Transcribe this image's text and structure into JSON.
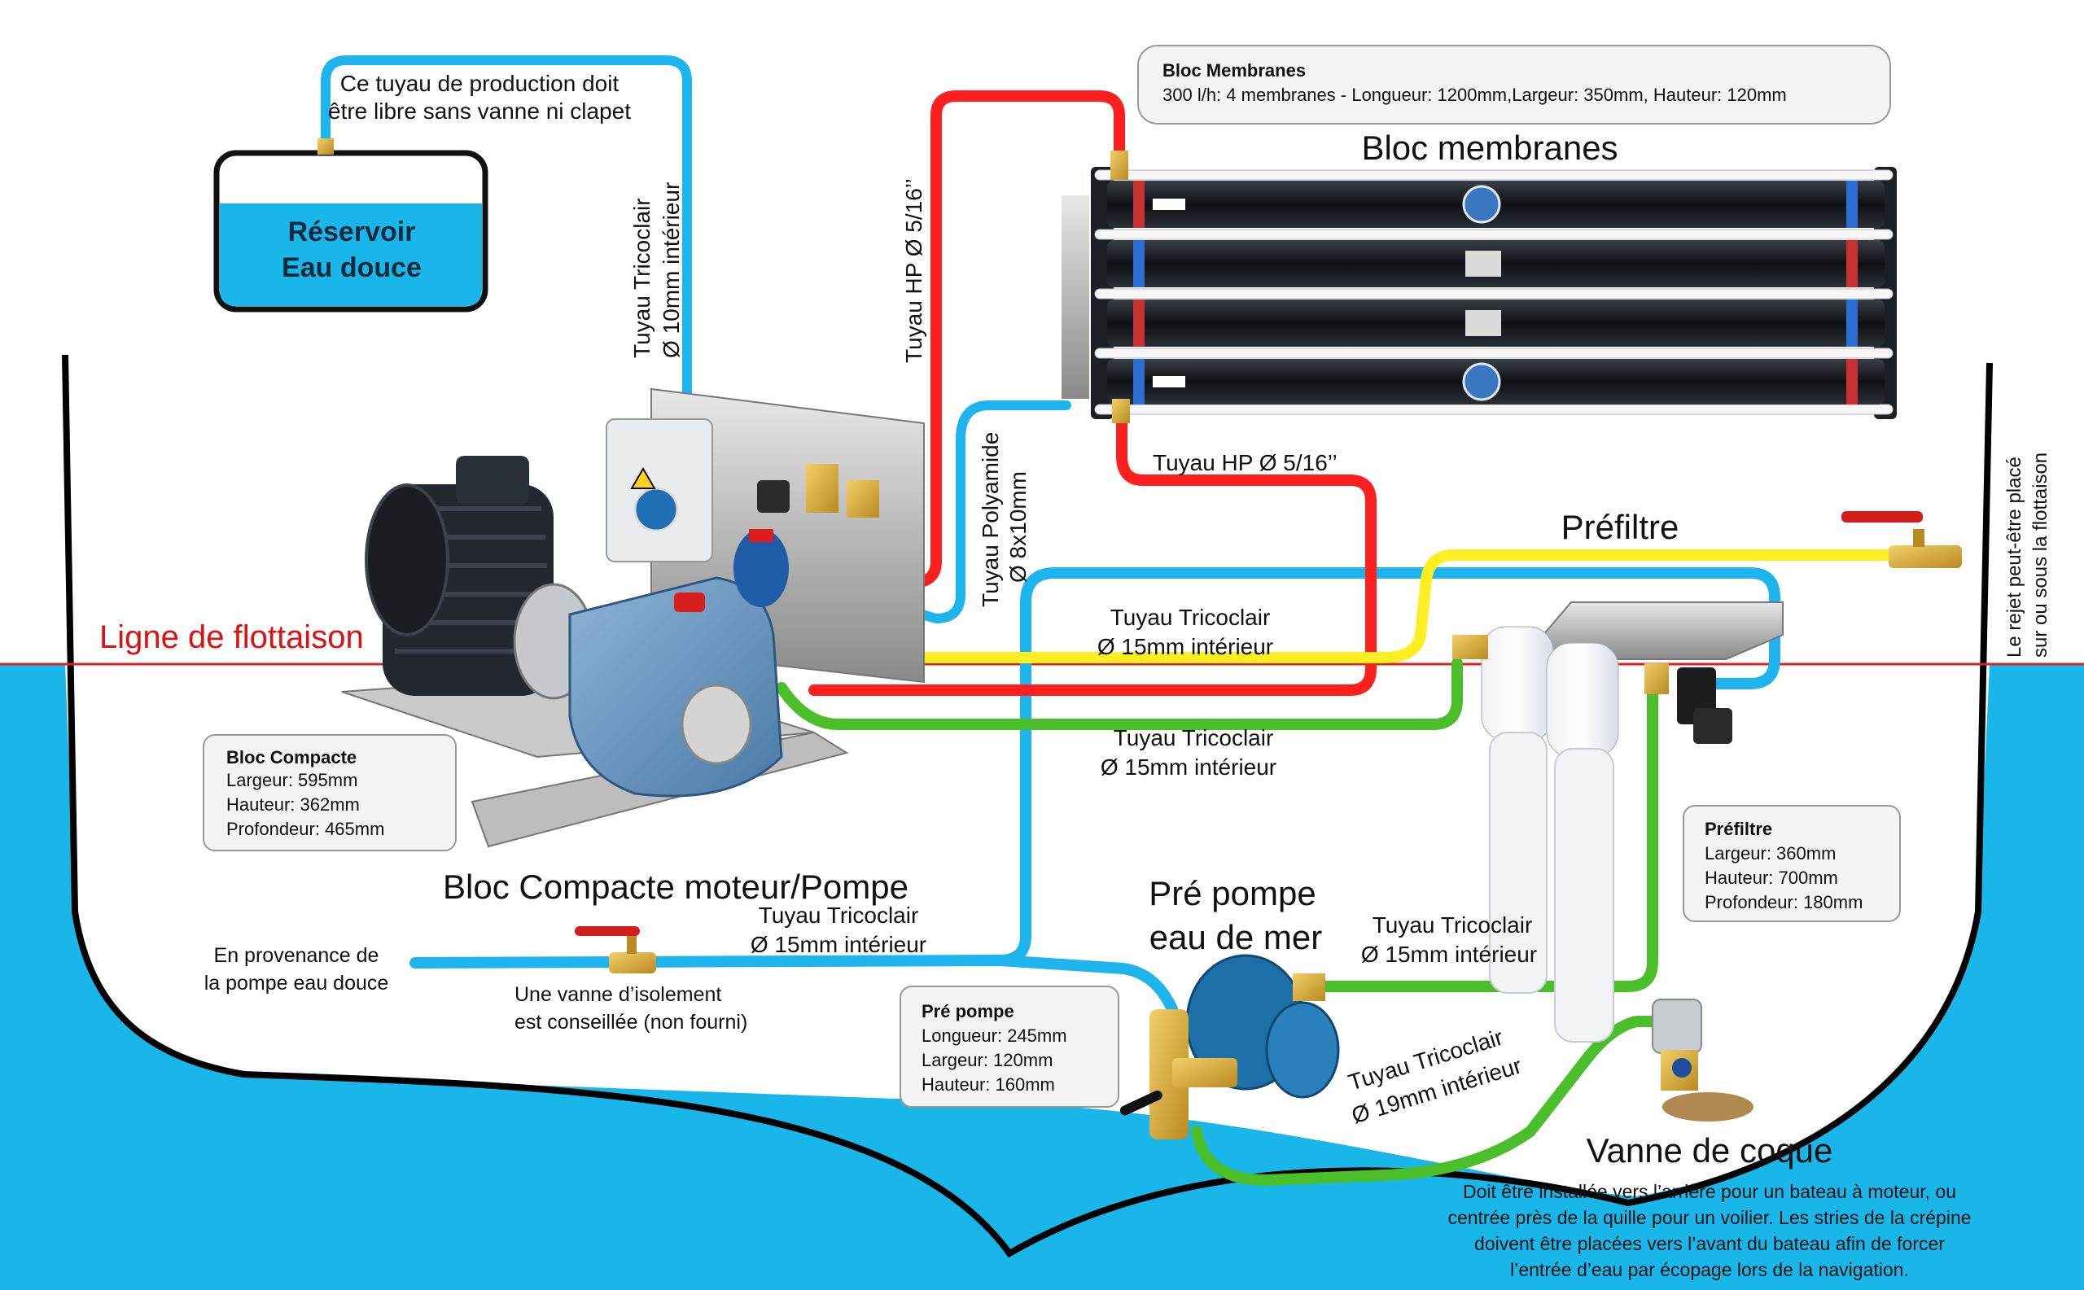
{
  "colors": {
    "water": "#19b6ea",
    "hull": "#000000",
    "hose_blue": "#1eb4ee",
    "hose_red": "#ff1f1f",
    "hose_yellow": "#ffee22",
    "hose_green": "#4bbf2a",
    "waterline": "#e02020",
    "waterline_label": "#dd1111"
  },
  "tank": {
    "title_line1": "Réservoir",
    "title_line2": "Eau douce",
    "note_line1": "Ce tuyau de production doit",
    "note_line2": "être libre sans vanne ni clapet"
  },
  "membranes": {
    "info_title": "Bloc Membranes",
    "info_text": "300 l/h: 4 membranes - Longueur: 1200mm,Largeur: 350mm, Hauteur: 120mm",
    "heading": "Bloc membranes"
  },
  "waterline_label": "Ligne de flottaison",
  "hoses": {
    "tricoclair_10_line1": "Tuyau Tricoclair",
    "tricoclair_10_line2": "Ø 10mm intérieur",
    "hp_vertical": "Tuyau HP Ø 5/16’’",
    "hp_horizontal": "Tuyau HP Ø 5/16’’",
    "polyamide_line1": "Tuyau Polyamide",
    "polyamide_line2": "Ø 8x10mm",
    "tricoclair_15_a_line1": "Tuyau Tricoclair",
    "tricoclair_15_a_line2": "Ø 15mm intérieur",
    "tricoclair_15_b_line1": "Tuyau Tricoclair",
    "tricoclair_15_b_line2": "Ø 15mm intérieur",
    "tricoclair_15_c_line1": "Tuyau Tricoclair",
    "tricoclair_15_c_line2": "Ø 15mm intérieur",
    "tricoclair_15_d_line1": "Tuyau Tricoclair",
    "tricoclair_15_d_line2": "Ø 15mm intérieur",
    "tricoclair_19_line1": "Tuyau Tricoclair",
    "tricoclair_19_line2": "Ø 19mm intérieur"
  },
  "prefilter": {
    "heading": "Préfiltre",
    "info_title": "Préfiltre",
    "info_lines": [
      "Largeur: 360mm",
      "Hauteur: 700mm",
      "Profondeur: 180mm"
    ]
  },
  "reject_note_line1": "Le rejet peut-être placé",
  "reject_note_line2": "sur ou sous la flottaison",
  "compact_block": {
    "info_title": "Bloc Compacte",
    "info_lines": [
      "Largeur: 595mm",
      "Hauteur: 362mm",
      "Profondeur: 465mm"
    ],
    "heading": "Bloc Compacte moteur/Pompe"
  },
  "freshwater_inlet": {
    "line1": "En provenance de",
    "line2": "la pompe eau douce",
    "valve_note_line1": "Une vanne d’isolement",
    "valve_note_line2": "est conseillée (non fourni)"
  },
  "prepump": {
    "heading_line1": "Pré pompe",
    "heading_line2": "eau de mer",
    "info_title": "Pré pompe",
    "info_lines": [
      "Longueur: 245mm",
      "Largeur: 120mm",
      "Hauteur: 160mm"
    ]
  },
  "hull_valve": {
    "heading": "Vanne de coque",
    "desc_lines": [
      "Doit être installée vers l’arrière pour un bateau à moteur, ou",
      "centrée près de la quille pour un voilier. Les stries de la crépine",
      "doivent être placées vers l’avant du bateau afin de forcer",
      "l’entrée d’eau par écopage lors de la navigation."
    ]
  }
}
